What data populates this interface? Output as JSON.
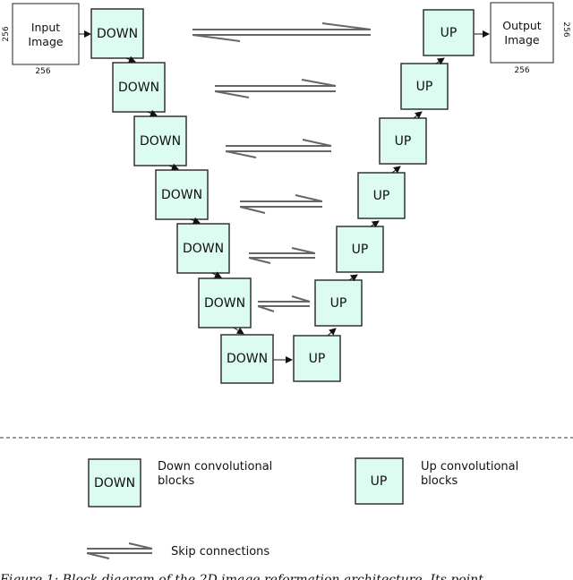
{
  "input": {
    "line1": "Input",
    "line2": "Image",
    "size_w": "256",
    "size_h": "256"
  },
  "output": {
    "line1": "Output",
    "line2": "Image",
    "size_w": "256",
    "size_h": "256"
  },
  "block_labels": {
    "down": "DOWN",
    "up": "UP"
  },
  "down_blocks": [
    "DOWN",
    "DOWN",
    "DOWN",
    "DOWN",
    "DOWN",
    "DOWN",
    "DOWN"
  ],
  "up_blocks": [
    "UP",
    "UP",
    "UP",
    "UP",
    "UP",
    "UP",
    "UP"
  ],
  "legend": {
    "down_box": "DOWN",
    "down_line1": "Down convolutional",
    "down_line2": "blocks",
    "up_box": "UP",
    "up_line1": "Up convolutional",
    "up_line2": "blocks",
    "skip_label": "Skip connections"
  },
  "colors": {
    "block_fill": "#dcfbf1",
    "block_stroke": "#333333",
    "skip_stroke": "#666666"
  },
  "caption": "Figure 1: Block diagram of the 2D image reformation architecture. Its point"
}
